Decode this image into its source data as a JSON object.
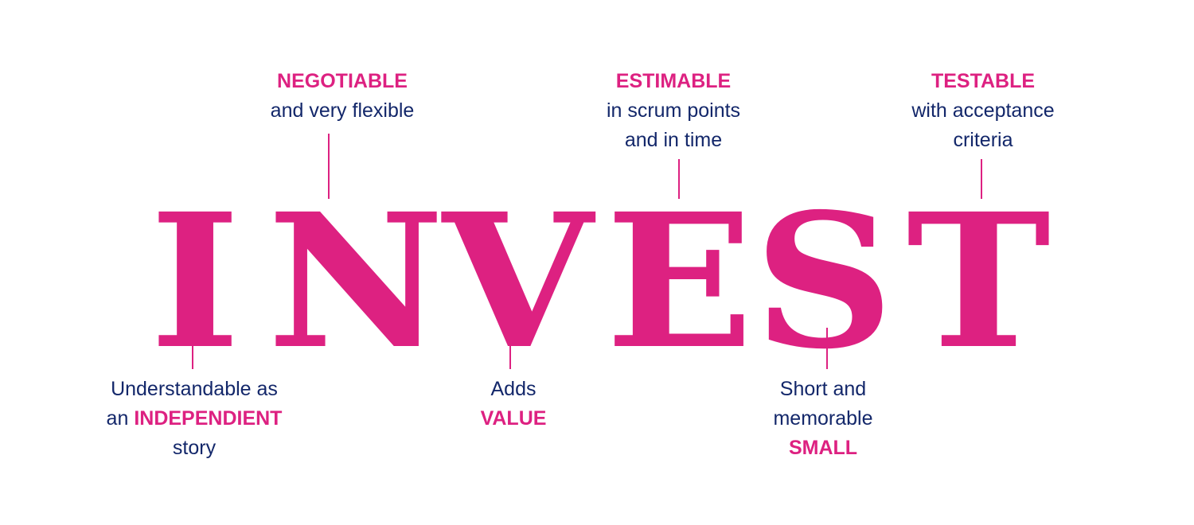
{
  "colors": {
    "accent": "#dd2181",
    "text": "#13276a"
  },
  "acronym": {
    "letters": [
      "I",
      "N",
      "V",
      "E",
      "S",
      "T"
    ]
  },
  "annotations": {
    "independent": {
      "line1": "Understandable as",
      "line2_pre": "an ",
      "line2_keyword": "INDEPENDIENT",
      "line3": "story"
    },
    "negotiable": {
      "keyword": "NEGOTIABLE",
      "line1": "and very flexible"
    },
    "valuable": {
      "line1": "Adds",
      "keyword": "VALUE"
    },
    "estimable": {
      "keyword": "ESTIMABLE",
      "line1": "in scrum points",
      "line2": "and in time"
    },
    "small": {
      "line1": "Short and",
      "line2": "memorable",
      "keyword": "SMALL"
    },
    "testable": {
      "keyword": "TESTABLE",
      "line1": "with acceptance",
      "line2": "criteria"
    }
  }
}
